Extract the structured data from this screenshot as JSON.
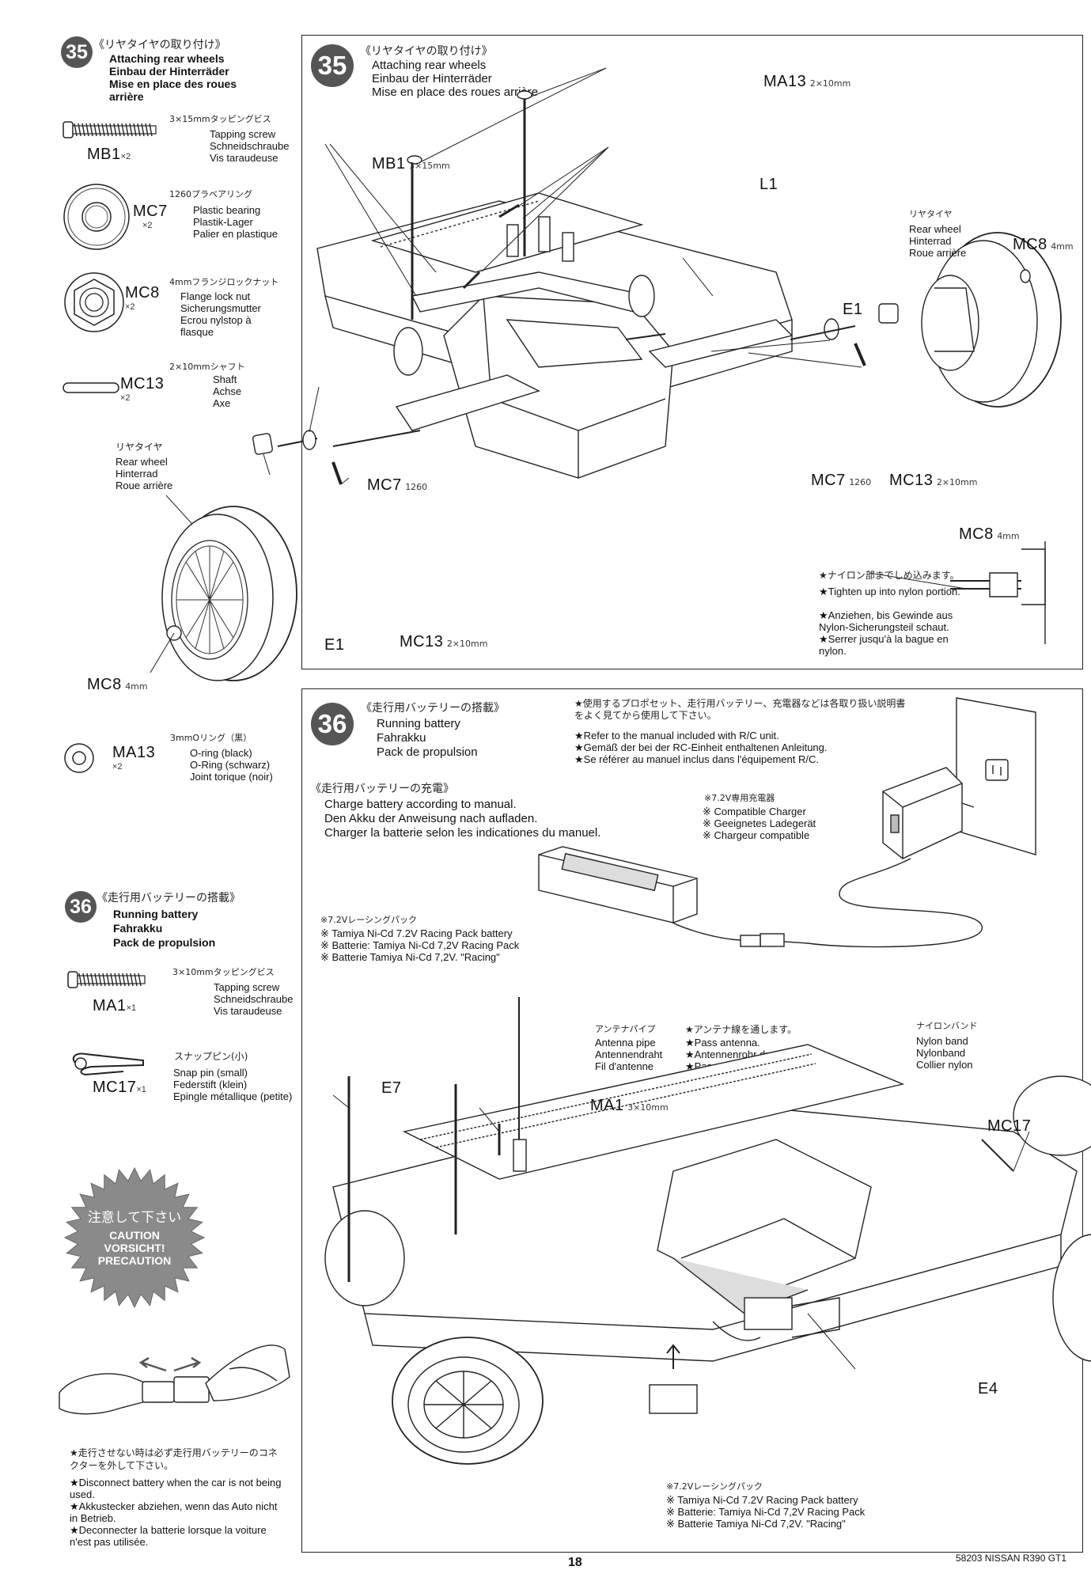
{
  "sidebar": {
    "step35": {
      "number": "35",
      "jp_title": "《リヤタイヤの取り付け》",
      "en": "Attaching rear wheels",
      "de": "Einbau der Hinterräder",
      "fr": "Mise en place des roues arrière"
    },
    "parts35": [
      {
        "jp": "3×15mmタッピングビス",
        "code": "MB1",
        "qty": "×2",
        "en": "Tapping screw",
        "de": "Schneidschraube",
        "fr": "Vis taraudeuse",
        "icon": "tapping-screw-icon"
      },
      {
        "jp": "1260プラベアリング",
        "code": "MC7",
        "qty": "×2",
        "en": "Plastic bearing",
        "de": "Plastik-Lager",
        "fr": "Palier en plastique",
        "icon": "plastic-bearing-icon"
      },
      {
        "jp": "4mmフランジロックナット",
        "code": "MC8",
        "qty": "×2",
        "en": "Flange lock nut",
        "de": "Sicherungsmutter",
        "fr": "Ecrou nylstop à flasque",
        "icon": "flange-lock-nut-icon"
      },
      {
        "jp": "2×10mmシャフト",
        "code": "MC13",
        "qty": "×2",
        "en": "Shaft",
        "de": "Achse",
        "fr": "Axe",
        "icon": "shaft-icon"
      }
    ],
    "rear_wheel": {
      "jp": "リヤタイヤ",
      "en": "Rear wheel",
      "de": "Hinterrad",
      "fr": "Roue arrière"
    },
    "mc8_label": {
      "code": "MC8",
      "size": "4mm"
    },
    "oring": {
      "jp": "3mmOリング（黒）",
      "code": "MA13",
      "qty": "×2",
      "en": "O-ring (black)",
      "de": "O-Ring (schwarz)",
      "fr": "Joint torique (noir)"
    },
    "step36": {
      "number": "36",
      "jp_title": "《走行用バッテリーの搭載》",
      "en": "Running battery",
      "de": "Fahrakku",
      "fr": "Pack de propulsion"
    },
    "parts36": [
      {
        "jp": "3×10mmタッピングビス",
        "code": "MA1",
        "qty": "×1",
        "en": "Tapping screw",
        "de": "Schneidschraube",
        "fr": "Vis taraudeuse"
      },
      {
        "jp": "スナップピン(小)",
        "code": "MC17",
        "qty": "×1",
        "en": "Snap pin (small)",
        "de": "Federstift (klein)",
        "fr": "Epingle métallique (petite)"
      }
    ],
    "caution": {
      "jp": "注意して下さい",
      "en": "CAUTION",
      "de": "VORSICHT!",
      "fr": "PRECAUTION"
    },
    "disconnect": {
      "jp": "★走行させない時は必ず走行用バッテリーのコネクターを外して下さい。",
      "en": "★Disconnect battery when the car is not being used.",
      "de": "★Akkustecker abziehen, wenn das Auto nicht in Betrieb.",
      "fr": "★Deconnecter la batterie lorsque la voiture n'est pas utilisée."
    }
  },
  "panel35": {
    "number": "35",
    "jp_title": "《リヤタイヤの取り付け》",
    "en": "Attaching rear wheels",
    "de": "Einbau der Hinterräder",
    "fr": "Mise en place des roues arrière",
    "callouts": {
      "ma13": "MA13",
      "ma13_size": "2×10mm",
      "mb1": "MB1",
      "mb1_size": "3×15mm",
      "l1": "L1",
      "e1_right": "E1",
      "mc8_right": "MC8",
      "mc8_right_size": "4mm",
      "mc7_right": "MC7",
      "mc7_right_size": "1260",
      "mc13_right": "MC13",
      "mc13_right_size": "2×10mm",
      "mc7_left": "MC7",
      "mc7_left_size": "1260",
      "e1_left": "E1",
      "mc13_left": "MC13",
      "mc13_left_size": "2×10mm",
      "mc8_detail": "MC8",
      "mc8_detail_size": "4mm"
    },
    "rear_wheel": {
      "jp": "リヤタイヤ",
      "en": "Rear wheel",
      "de": "Hinterrad",
      "fr": "Roue arrière"
    },
    "nylon_note": {
      "jp": "★ナイロン部までしめ込みます。",
      "en": "★Tighten up into nylon portion.",
      "de": "★Anziehen, bis Gewinde aus Nylon-Sicherungsteil schaut.",
      "fr": "★Serrer jusqu'à la bague en nylon."
    }
  },
  "panel36": {
    "number": "36",
    "jp_title": "《走行用バッテリーの搭載》",
    "en": "Running battery",
    "de": "Fahrakku",
    "fr": "Pack de propulsion",
    "manual_note": {
      "jp": "★使用するプロポセット、走行用バッテリー、充電器などは各取り扱い説明書をよく見てから使用して下さい。",
      "en": "★Refer to the manual included with R/C unit.",
      "de": "★Gemäß der bei der RC-Einheit enthaltenen Anleitung.",
      "fr": "★Se référer au manuel inclus dans l'équipement R/C."
    },
    "charge": {
      "jp": "《走行用バッテリーの充電》",
      "en": "Charge battery according to manual.",
      "de": "Den Akku der Anweisung nach aufladen.",
      "fr": "Charger la batterie selon les indicationes du manuel."
    },
    "charger": {
      "jp": "※7.2V専用充電器",
      "en": "※ Compatible Charger",
      "de": "※ Geeignetes Ladegerät",
      "fr": "※ Chargeur compatible"
    },
    "battery": {
      "jp": "※7.2Vレーシングパック",
      "en": "※ Tamiya Ni-Cd 7.2V Racing Pack battery",
      "de": "※ Batterie: Tamiya Ni-Cd 7,2V Racing Pack",
      "fr": "※ Batterie Tamiya Ni-Cd 7,2V. \"Racing\""
    },
    "antenna_pipe": {
      "jp": "アンテナパイプ",
      "en": "Antenna pipe",
      "de": "Antennendraht",
      "fr": "Fil d'antenne"
    },
    "pass_antenna": {
      "jp": "★アンテナ線を通します。",
      "en": "★Pass antenna.",
      "de": "★Antennenrohr durchführen.",
      "fr": "★Passer l'antenne."
    },
    "nylon_band": {
      "jp": "ナイロンバンド",
      "en": "Nylon band",
      "de": "Nylonband",
      "fr": "Collier nylon"
    },
    "callouts": {
      "ma1": "MA1",
      "ma1_size": "3×10mm",
      "e7": "E7",
      "mc17": "MC17",
      "e4": "E4"
    },
    "battery_bottom": {
      "jp": "※7.2Vレーシングパック",
      "en": "※ Tamiya Ni-Cd 7.2V Racing Pack battery",
      "de": "※ Batterie: Tamiya Ni-Cd 7,2V Racing Pack",
      "fr": "※ Batterie Tamiya Ni-Cd 7,2V. \"Racing\""
    }
  },
  "footer": {
    "model": "58203 NISSAN R390 GT1",
    "page": "18"
  }
}
